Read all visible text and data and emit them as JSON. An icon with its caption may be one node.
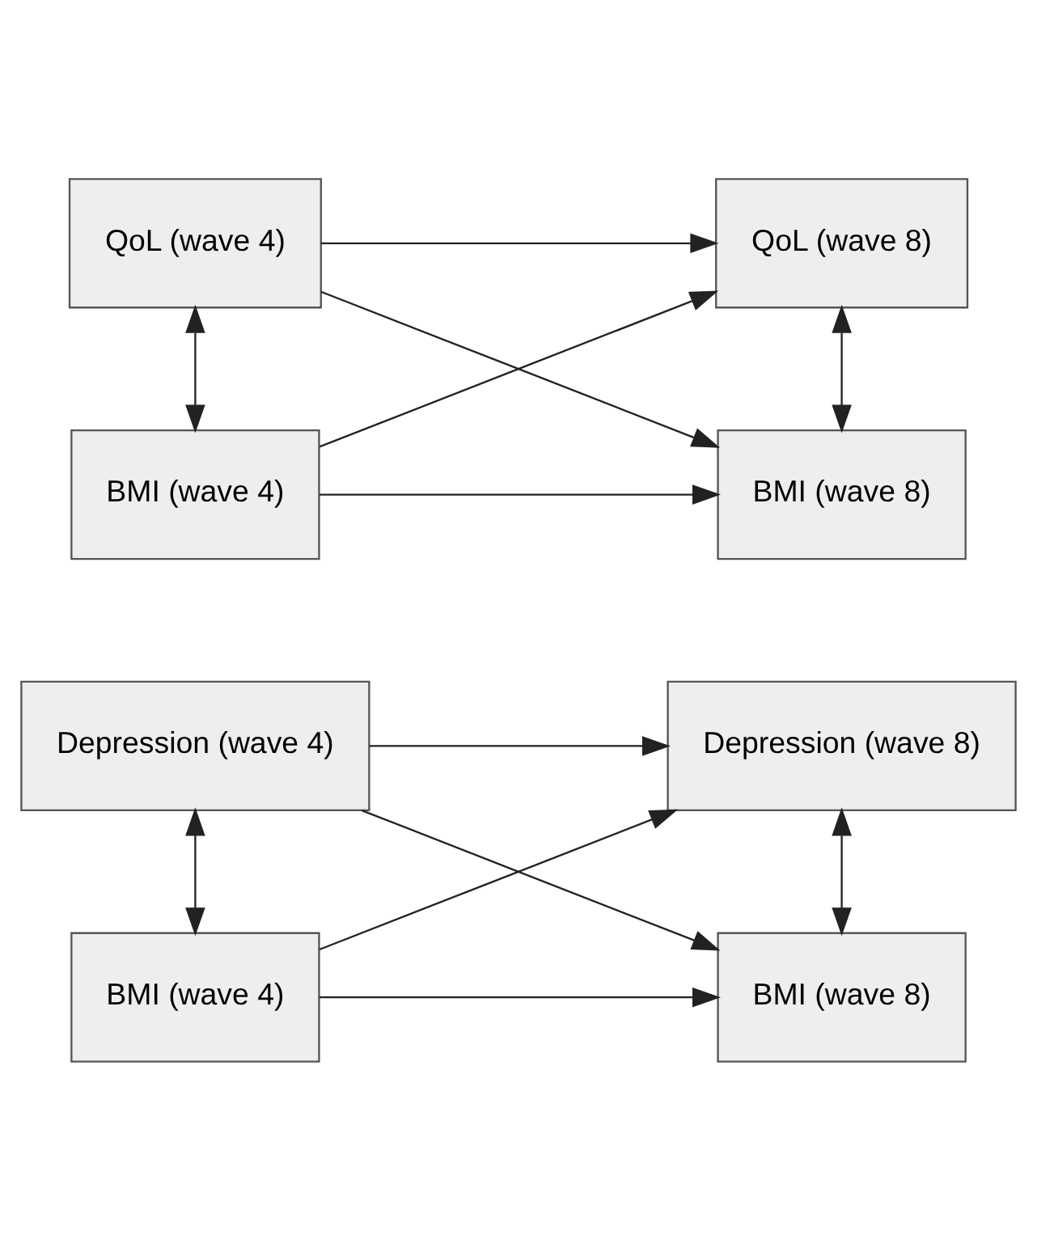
{
  "diagram": {
    "nodes": [
      {
        "text": [
          "Depression (wave 4)"
        ]
      },
      {
        "text": [
          "BMI (wave 4)"
        ]
      },
      {
        "text": [
          "Depression (wave 8)"
        ]
      },
      {
        "text": [
          "BMI (wave 8)"
        ]
      },
      {
        "text": [
          "QoL (wave 4)"
        ]
      },
      {
        "text": [
          "BMI (wave 4)"
        ]
      },
      {
        "text": [
          "QoL (wave 8)"
        ]
      },
      {
        "text": [
          "BMI (wave 8)"
        ]
      }
    ],
    "edges": [
      {
        "from": 0,
        "to": 2,
        "arrow": "to"
      },
      {
        "from": 0,
        "to": 3,
        "arrow": "to"
      },
      {
        "from": 1,
        "to": 2,
        "arrow": "to"
      },
      {
        "from": 1,
        "to": 3,
        "arrow": "to"
      },
      {
        "from": 0,
        "to": 1,
        "arrow": "both"
      },
      {
        "from": 2,
        "to": 3,
        "arrow": "both"
      },
      {
        "from": 4,
        "to": 6,
        "arrow": "to"
      },
      {
        "from": 4,
        "to": 7,
        "arrow": "to"
      },
      {
        "from": 5,
        "to": 6,
        "arrow": "to"
      },
      {
        "from": 5,
        "to": 7,
        "arrow": "to"
      },
      {
        "from": 4,
        "to": 5,
        "arrow": "both"
      },
      {
        "from": 6,
        "to": 7,
        "arrow": "both"
      }
    ]
  }
}
